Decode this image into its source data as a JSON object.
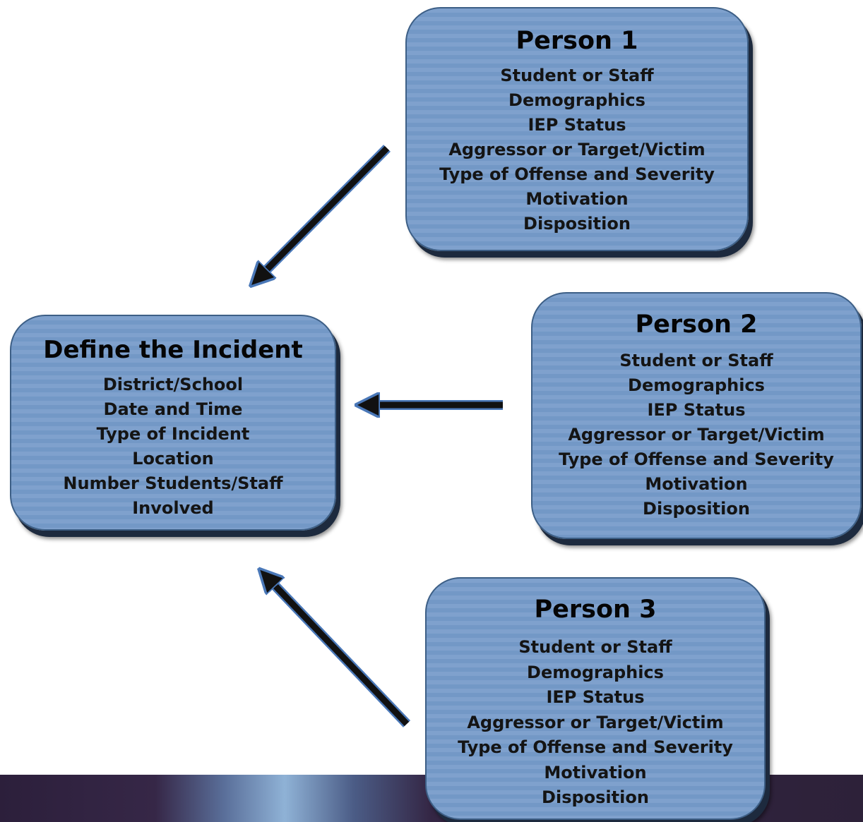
{
  "incident": {
    "title": "Define the Incident",
    "lines": [
      "District/School",
      "Date and Time",
      "Type of Incident",
      "Location",
      "Number Students/Staff",
      "Involved"
    ]
  },
  "person1": {
    "title": "Person 1",
    "lines": [
      "Student or Staff",
      "Demographics",
      "IEP Status",
      "Aggressor or Target/Victim",
      "Type of Offense and Severity",
      "Motivation",
      "Disposition"
    ]
  },
  "person2": {
    "title": "Person 2",
    "lines": [
      "Student or Staff",
      "Demographics",
      "IEP Status",
      "Aggressor or Target/Victim",
      "Type of Offense and Severity",
      "Motivation",
      "Disposition"
    ]
  },
  "person3": {
    "title": "Person 3",
    "lines": [
      "Student or Staff",
      "Demographics",
      "IEP Status",
      "Aggressor or Target/Victim",
      "Type of Offense and Severity",
      "Motivation",
      "Disposition"
    ]
  },
  "colors": {
    "box_fill_light": "#7fa1cd",
    "box_fill_dark": "#7398c6",
    "box_border": "#3d5f86",
    "arrow_fill": "#111111",
    "arrow_outline": "#4a78b8",
    "band_dark": "#2c1f3b"
  },
  "icons": {
    "arrow": "arrow-icon"
  }
}
